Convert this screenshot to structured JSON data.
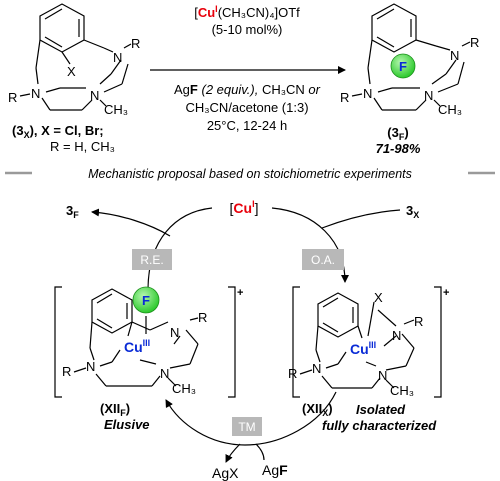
{
  "top_scheme": {
    "catalyst": {
      "cu": "Cu",
      "ox": "I",
      "rest": "(CH₃CN)₄]OTf",
      "open": "["
    },
    "loading": "(5-10 mol%)",
    "reagent_line": {
      "ag": "Ag",
      "f": "F",
      "equiv": " (2 equiv.),",
      "rest": " CH₃CN ",
      "or": "or"
    },
    "solvent_mix": "CH₃CN/acetone (1:3)",
    "conditions": "25°C, 12-24 h",
    "reactant": {
      "x_label": "X",
      "r1": "R",
      "r2": "R",
      "n1": "N",
      "n2": "N",
      "n3": "N",
      "methyl": "CH₃",
      "compound": "(3",
      "compound_sub": "X",
      "compound_rest": "), X = Cl, Br;",
      "r_def": "R = H, CH₃"
    },
    "product": {
      "f_label": "F",
      "r1": "R",
      "r2": "R",
      "n1": "N",
      "n2": "N",
      "n3": "N",
      "methyl": "CH₃",
      "compound": "(3",
      "compound_sub": "F",
      "compound_rest": ")",
      "yield": "71-98%"
    }
  },
  "divider_text": "Mechanistic proposal based on stoichiometric experiments",
  "cycle": {
    "catalyst": {
      "open": "[",
      "cu": "Cu",
      "ox": "I",
      "close": "]"
    },
    "product_out": {
      "main": "3",
      "sub": "F"
    },
    "substrate_in": {
      "main": "3",
      "sub": "X"
    },
    "step_re": "R.E.",
    "step_oa": "O.A.",
    "step_tm": "TM",
    "left_complex": {
      "f_label": "F",
      "cu": "Cu",
      "ox": "III",
      "charge": "+",
      "n1": "N",
      "n2": "N",
      "n3": "N",
      "r1": "R",
      "r2": "R",
      "methyl": "CH₃",
      "label": "(XII",
      "label_sub": "F",
      "label_close": ")",
      "note": "Elusive"
    },
    "right_complex": {
      "x_label": "X",
      "cu": "Cu",
      "ox": "III",
      "charge": "+",
      "n1": "N",
      "n2": "N",
      "n3": "N",
      "r1": "R",
      "r2": "R",
      "methyl": "CH₃",
      "label": "(XII",
      "label_sub": "X",
      "label_close": ")",
      "note_1": "Isolated",
      "note_2": "fully characterized"
    },
    "byproduct": "AgX",
    "reagent": {
      "ag": "Ag",
      "f": "F"
    }
  },
  "colors": {
    "cu_red": "#e8000b",
    "cu_blue": "#0a2bd6",
    "f_ball": "#35d435",
    "step_box": "#b8b8b8",
    "divider": "#9a9a9a"
  }
}
